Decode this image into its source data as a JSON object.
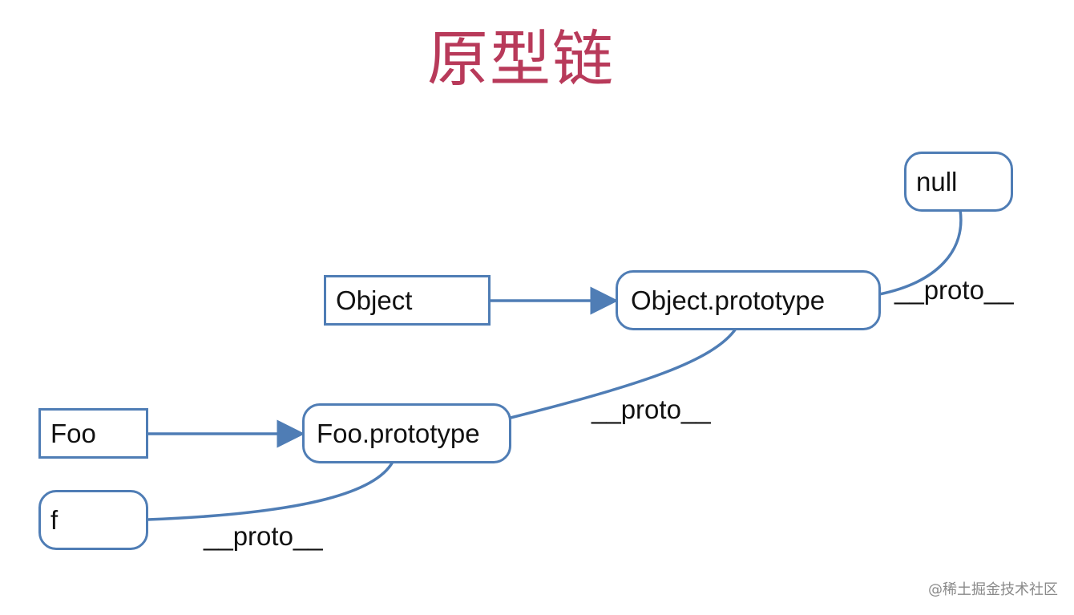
{
  "title": "原型链",
  "nodes": {
    "null": "null",
    "object": "Object",
    "object_prototype": "Object.prototype",
    "foo": "Foo",
    "foo_prototype": "Foo.prototype",
    "f": "f"
  },
  "edge_labels": {
    "object_prototype_to_null": "__proto__",
    "foo_prototype_to_object_prototype": "__proto__",
    "f_to_foo_prototype": "__proto__"
  },
  "watermark": "@稀土掘金技术社区",
  "colors": {
    "title": "#b83a5a",
    "stroke": "#4f7db5"
  }
}
